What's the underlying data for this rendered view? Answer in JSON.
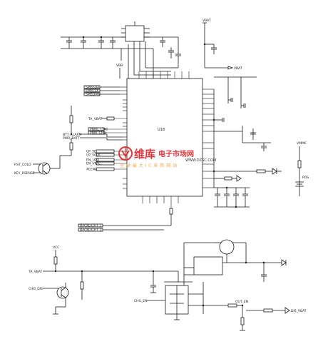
{
  "ic": {
    "main_ref": "U18"
  },
  "signals": {
    "smbdata": "SMBSDA",
    "smbclk": "SMBCLK",
    "smbdaw": "SMBDAW",
    "ta_vbat": "TA_VBAT",
    "pwrl_chg": "PWRL_CHG",
    "pwr_chg": "PWR_CHG",
    "batt_alarm": "BTT_ALARM",
    "pwr_batt": "PWR_BATT",
    "up_sd": "UP_SD",
    "up_sclk": "UP_SCLK",
    "en_ldo": "EN_LDO",
    "en_vpac": "EN_VPAC",
    "xcenab": "XCENA",
    "backlight_1": "BACKLIGHT_1",
    "backlight_2": "BACKLIGHT_2",
    "rst_cold": "RST_COLD",
    "key_rsense": "KEY_RSENSE",
    "vcc_left": "VCC",
    "vbat_top": "VBAT",
    "vbb": "VBB",
    "vmmc": "VMMC",
    "pos": "POS",
    "ta_vbat_bottom": "TA_VBAT",
    "chg_dis": "CHG_DIS",
    "chg_en": "CHG_EN",
    "out_en": "OUT_EN",
    "dis_vbat": "DIS_VBAT"
  },
  "watermark": {
    "brand_left": "维库",
    "brand_right": "电子市场网",
    "tagline": "全 球 最 大 I C 采 购 网 站",
    "url": "WWW.DZSC.COM",
    "color_red": "#e0262b",
    "color_orange": "#f29b38"
  }
}
